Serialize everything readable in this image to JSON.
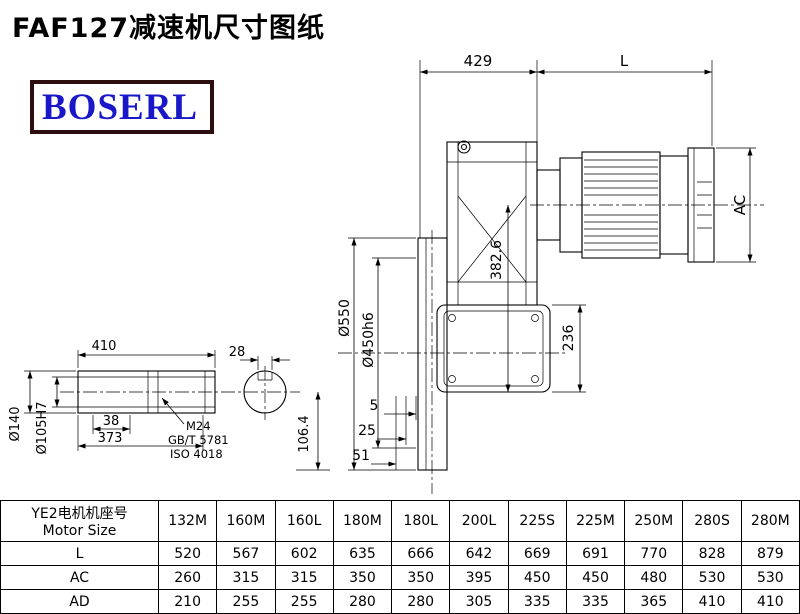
{
  "title": "FAF127减速机尺寸图纸",
  "logo": "BOSERL",
  "colors": {
    "logo-text": "#1a17c8",
    "logo-border": "#2c0e0e"
  },
  "dims": {
    "top_width": "429",
    "motor_length": "L",
    "ac": "AC",
    "flange_outer": "Ø550",
    "flange_spigot": "Ø450h6",
    "center_height": "382.6",
    "case_width": "236",
    "offset_5": "5",
    "offset_25": "25",
    "offset_51": "51",
    "shaft_total": "410",
    "key_width": "28",
    "dim_38": "38",
    "dim_373": "373",
    "shaft_outer": "Ø140",
    "shaft_bore": "Ø105H7",
    "dim_106_4": "106.4",
    "thread": "M24",
    "thread_std": "GB/T 5781",
    "thread_iso": "ISO 4018"
  },
  "table": {
    "header_cn": "YE2电机机座号",
    "header_en": "Motor Size",
    "columns": [
      "132M",
      "160M",
      "160L",
      "180M",
      "180L",
      "200L",
      "225S",
      "225M",
      "250M",
      "280S",
      "280M"
    ],
    "rows": [
      {
        "label": "L",
        "values": [
          "520",
          "567",
          "602",
          "635",
          "666",
          "642",
          "669",
          "691",
          "770",
          "828",
          "879"
        ]
      },
      {
        "label": "AC",
        "values": [
          "260",
          "315",
          "315",
          "350",
          "350",
          "395",
          "450",
          "450",
          "480",
          "530",
          "530"
        ]
      },
      {
        "label": "AD",
        "values": [
          "210",
          "255",
          "255",
          "280",
          "280",
          "305",
          "335",
          "335",
          "365",
          "410",
          "410"
        ]
      }
    ]
  }
}
